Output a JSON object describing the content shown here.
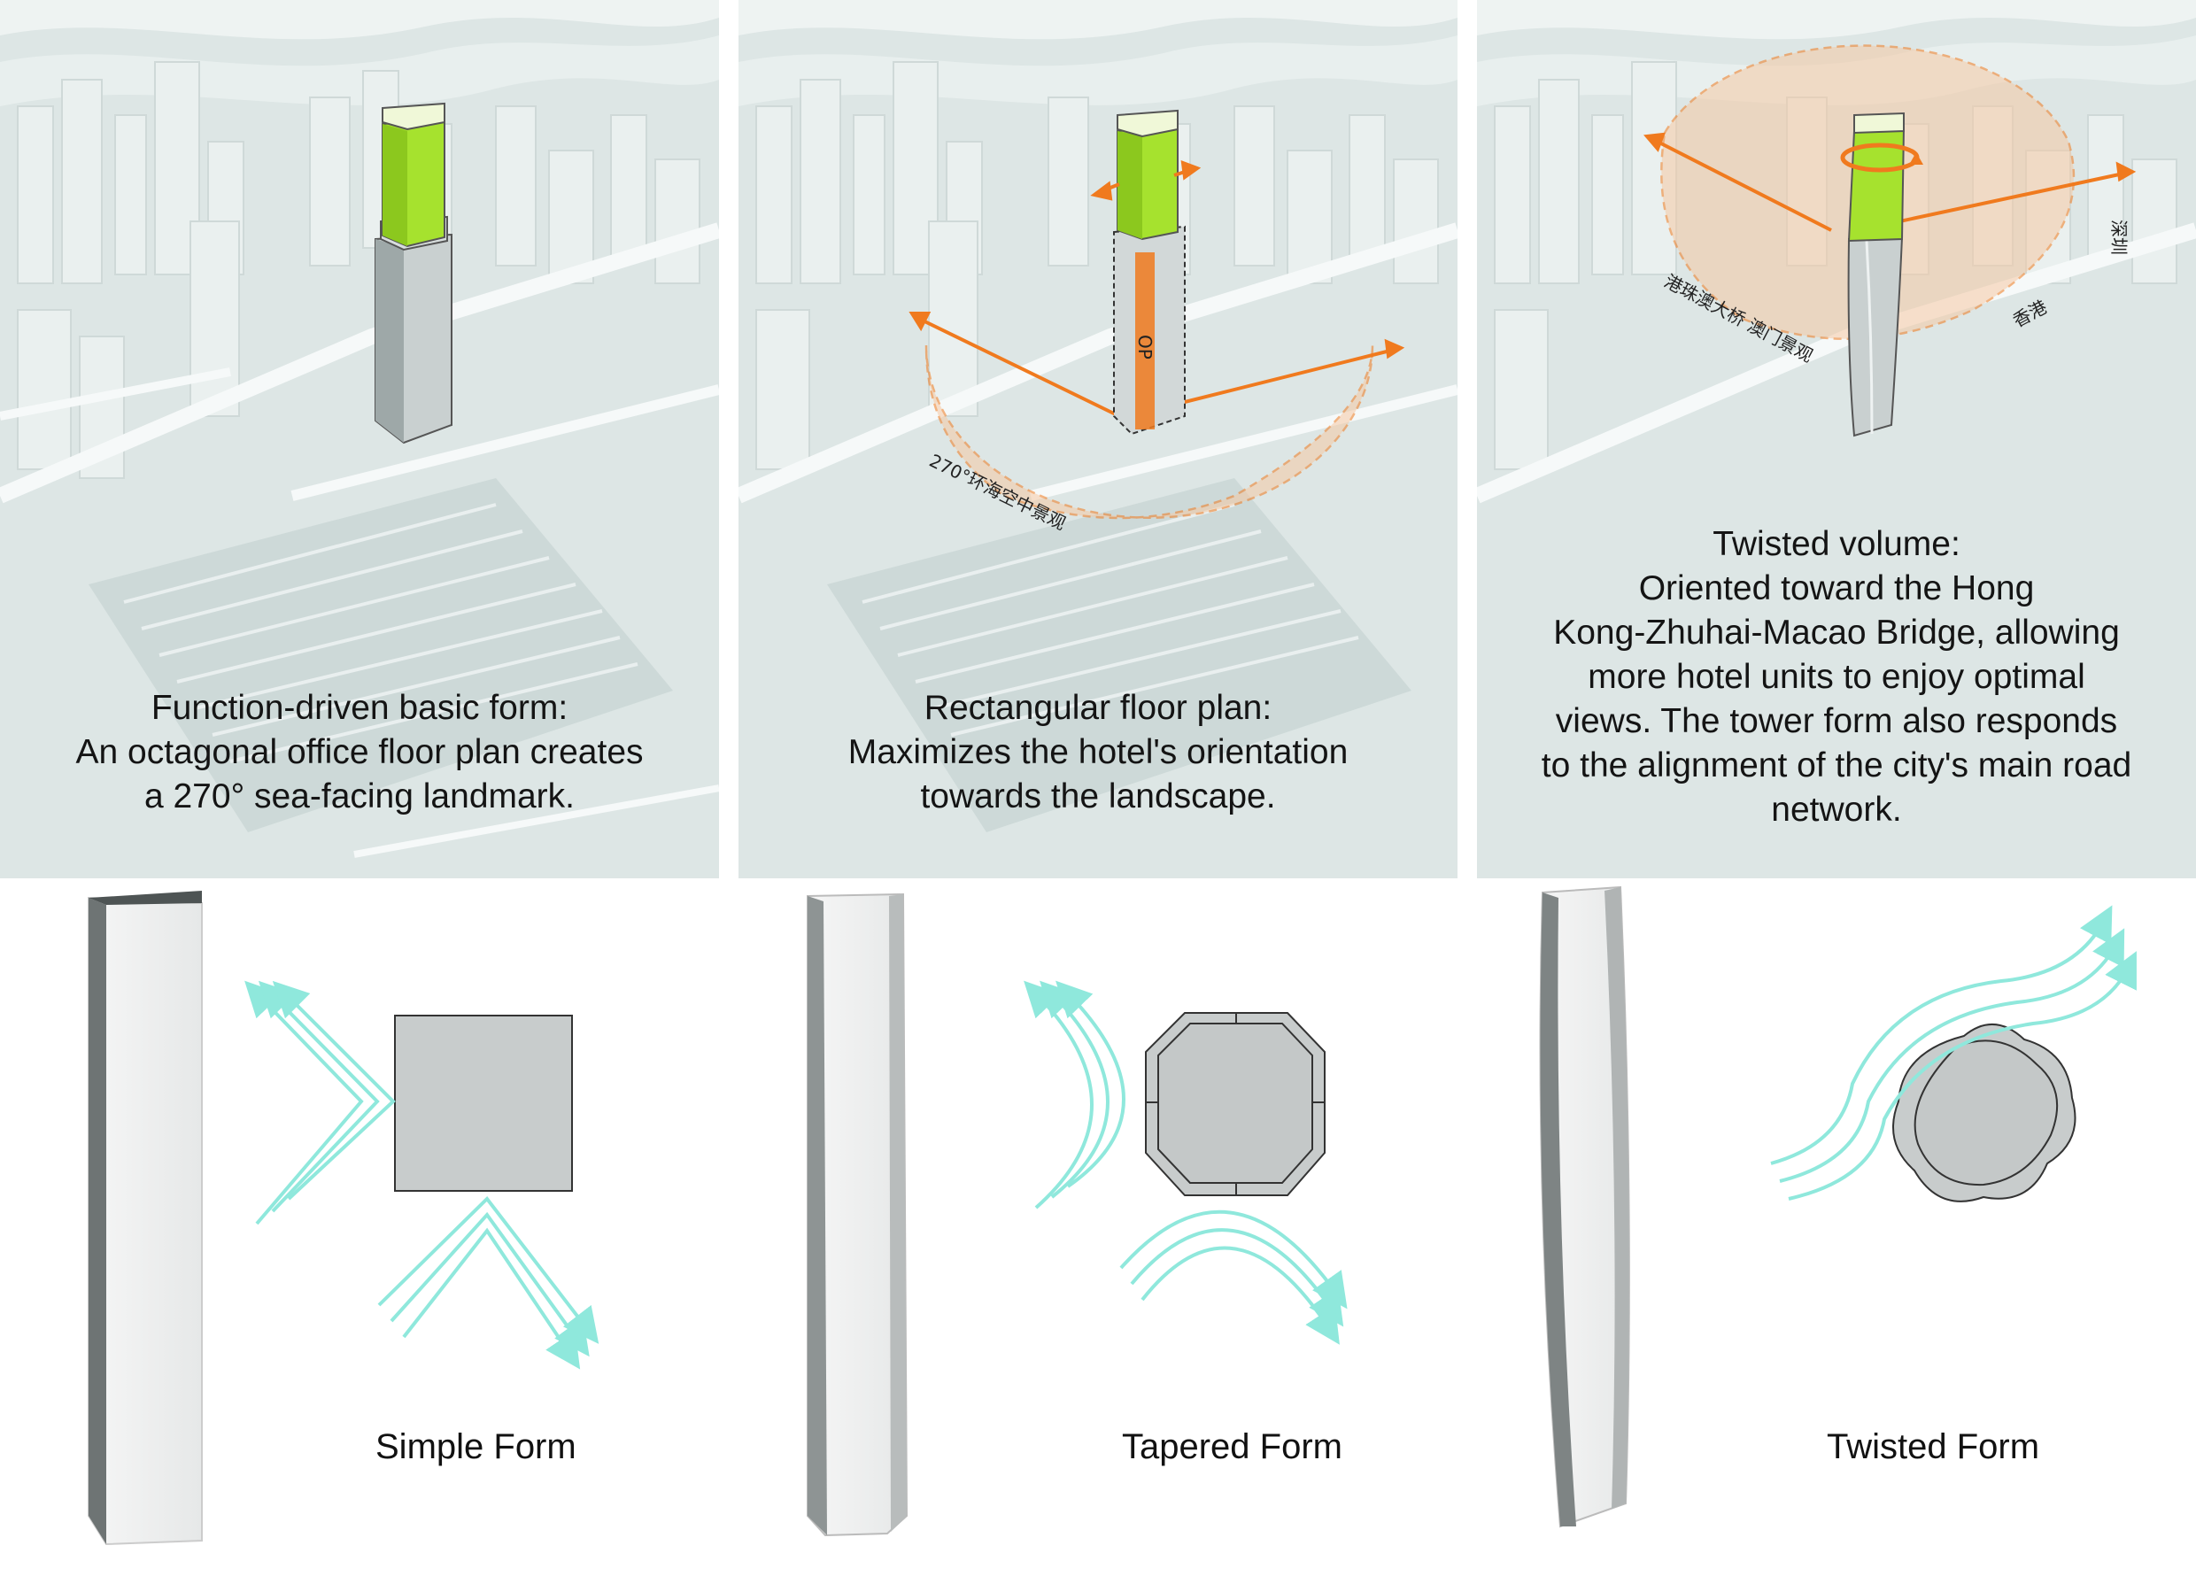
{
  "panels": [
    {
      "caption_lines": [
        "Function-driven basic form:",
        "An octagonal office floor plan creates",
        "a 270° sea-facing landmark."
      ]
    },
    {
      "caption_lines": [
        "Rectangular floor plan:",
        "Maximizes the hotel's orientation",
        "towards the landscape."
      ],
      "view_label": "270°环海空中景观",
      "tower_mark": "OP"
    },
    {
      "caption_lines": [
        "Twisted volume:",
        "Oriented toward the Hong",
        "Kong-Zhuhai-Macao Bridge, allowing",
        "more hotel units to enjoy optimal",
        "views. The tower form also responds",
        "to the alignment of the city's main road",
        "network."
      ],
      "view_label_left": "港珠澳大桥 澳门景观",
      "view_label_right": "香港",
      "view_label_top": "深圳"
    }
  ],
  "forms": [
    {
      "label": "Simple Form"
    },
    {
      "label": "Tapered Form"
    },
    {
      "label": "Twisted Form"
    }
  ],
  "colors": {
    "tower_green": "#a6e22e",
    "tower_grey": "#c9d0d0",
    "arrow_orange": "#f07a1e",
    "view_fan": "#f6c9a4",
    "wind_cyan": "#8fe8dc",
    "plan_grey": "#c8cccc"
  }
}
